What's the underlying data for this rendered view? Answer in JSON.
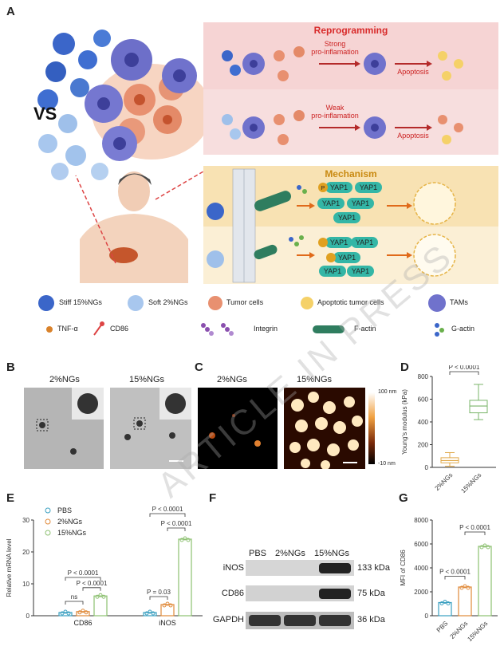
{
  "panels": {
    "a": "A",
    "b": "B",
    "c": "C",
    "d": "D",
    "e": "E",
    "f": "F",
    "g": "G"
  },
  "schematic": {
    "vs": "VS",
    "reprogramming": "Reprogramming",
    "strong": "Strong",
    "pro_inflam_1": "pro-inflamation",
    "weak": "Weak",
    "pro_inflam_2": "pro-inflamation",
    "apoptosis_1": "Apoptosis",
    "apoptosis_2": "Apoptosis",
    "mechanism": "Mechanism",
    "yap1": "YAP1",
    "p": "P"
  },
  "legend": [
    {
      "label": "Stiff 15%NGs"
    },
    {
      "label": "Soft 2%NGs"
    },
    {
      "label": "Tumor cells"
    },
    {
      "label": "Apoptotic tumor cells"
    },
    {
      "label": "TAMs"
    },
    {
      "label": "TNF-α"
    },
    {
      "label": "CD86"
    },
    {
      "label": "Integrin"
    },
    {
      "label": "F-actin"
    },
    {
      "label": "G-actin"
    }
  ],
  "panel_b": {
    "left": "2%NGs",
    "right": "15%NGs"
  },
  "panel_c": {
    "left": "2%NGs",
    "right": "15%NGs",
    "scale_top": "100 nm",
    "scale_bottom": "-10 nm"
  },
  "panel_f": {
    "lanes": [
      "PBS",
      "2%NGs",
      "15%NGs"
    ],
    "rows": [
      {
        "protein": "iNOS",
        "kda": "133 kDa"
      },
      {
        "protein": "CD86",
        "kda": "75 kDa"
      },
      {
        "protein": "GAPDH",
        "kda": "36 kDa"
      }
    ]
  },
  "watermark": "ARTICLE IN PRESS",
  "chart_data": [
    {
      "id": "D",
      "type": "box",
      "ylabel": "Young's modulus (kPa)",
      "ylim": [
        0,
        800
      ],
      "yticks": [
        0,
        200,
        400,
        600,
        800
      ],
      "categories": [
        "2%NGs",
        "15%NGs"
      ],
      "boxes": [
        {
          "name": "2%NGs",
          "min": 10,
          "q1": 40,
          "median": 60,
          "q3": 85,
          "max": 130,
          "color": "#e0a84a"
        },
        {
          "name": "15%NGs",
          "min": 420,
          "q1": 480,
          "median": 540,
          "q3": 590,
          "max": 730,
          "color": "#7ab56a"
        }
      ],
      "annotations": [
        "P < 0.0001"
      ]
    },
    {
      "id": "E",
      "type": "bar",
      "ylabel": "Relative mRNA level",
      "ylim": [
        0,
        30
      ],
      "yticks": [
        0,
        10,
        20,
        30
      ],
      "categories": [
        "CD86",
        "iNOS"
      ],
      "series": [
        {
          "name": "PBS",
          "values": [
            1,
            1
          ],
          "color": "#3a9fc0"
        },
        {
          "name": "2%NGs",
          "values": [
            1.3,
            3.5
          ],
          "color": "#e08a3a"
        },
        {
          "name": "15%NGs",
          "values": [
            6.2,
            24
          ],
          "color": "#8cc070"
        }
      ],
      "annotations": [
        "ns",
        "P < 0.0001",
        "P < 0.0001",
        "P = 0.03",
        "P < 0.0001",
        "P < 0.0001"
      ]
    },
    {
      "id": "G",
      "type": "bar",
      "ylabel": "MFI of CD86",
      "ylim": [
        0,
        8000
      ],
      "yticks": [
        0,
        2000,
        4000,
        6000,
        8000
      ],
      "categories": [
        "PBS",
        "2%NGs",
        "15%NGs"
      ],
      "values": [
        1100,
        2400,
        5800
      ],
      "colors": [
        "#3a9fc0",
        "#e08a3a",
        "#8cc070"
      ],
      "annotations": [
        "P < 0.0001",
        "P < 0.0001"
      ]
    }
  ]
}
